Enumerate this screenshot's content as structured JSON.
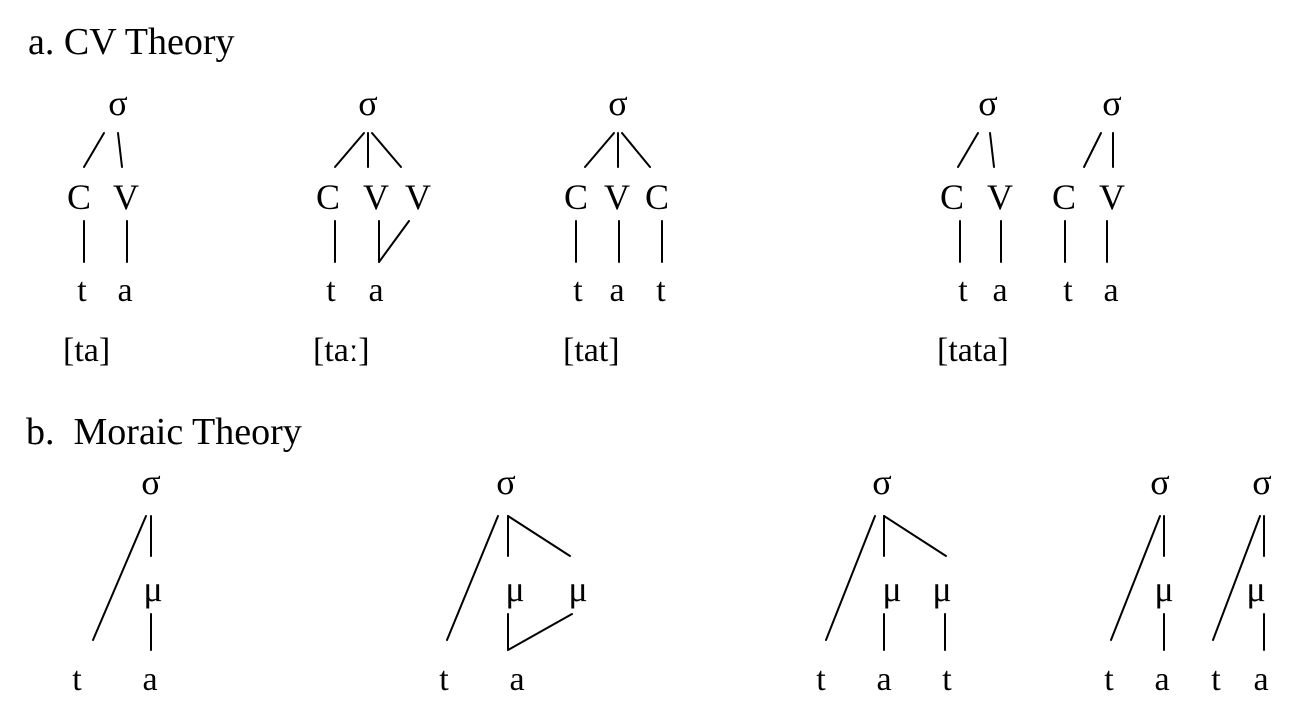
{
  "section_a": {
    "heading": "a. CV Theory",
    "examples": [
      {
        "sigmas": [
          "σ"
        ],
        "skeleton": [
          "C",
          "V"
        ],
        "segments": [
          "t",
          "a"
        ],
        "transcription": "[ta]"
      },
      {
        "sigmas": [
          "σ"
        ],
        "skeleton": [
          "C",
          "V",
          "V"
        ],
        "segments": [
          "t",
          "a"
        ],
        "transcription": "[taː]"
      },
      {
        "sigmas": [
          "σ"
        ],
        "skeleton": [
          "C",
          "V",
          "C"
        ],
        "segments": [
          "t",
          "a",
          "t"
        ],
        "transcription": "[tat]"
      },
      {
        "sigmas": [
          "σ",
          "σ"
        ],
        "skeleton": [
          "C",
          "V",
          "C",
          "V"
        ],
        "segments": [
          "t",
          "a",
          "t",
          "a"
        ],
        "transcription": "[tata]"
      }
    ]
  },
  "section_b": {
    "heading": "b.  Moraic Theory",
    "examples": [
      {
        "sigmas": [
          "σ"
        ],
        "moras": [
          "μ"
        ],
        "segments": [
          "t",
          "a"
        ]
      },
      {
        "sigmas": [
          "σ"
        ],
        "moras": [
          "μ",
          "μ"
        ],
        "segments": [
          "t",
          "a"
        ]
      },
      {
        "sigmas": [
          "σ"
        ],
        "moras": [
          "μ",
          "μ"
        ],
        "segments": [
          "t",
          "a",
          "t"
        ]
      },
      {
        "sigmas": [
          "σ",
          "σ"
        ],
        "moras": [
          "μ",
          "μ"
        ],
        "segments": [
          "t",
          "a",
          "t",
          "a"
        ]
      }
    ]
  }
}
